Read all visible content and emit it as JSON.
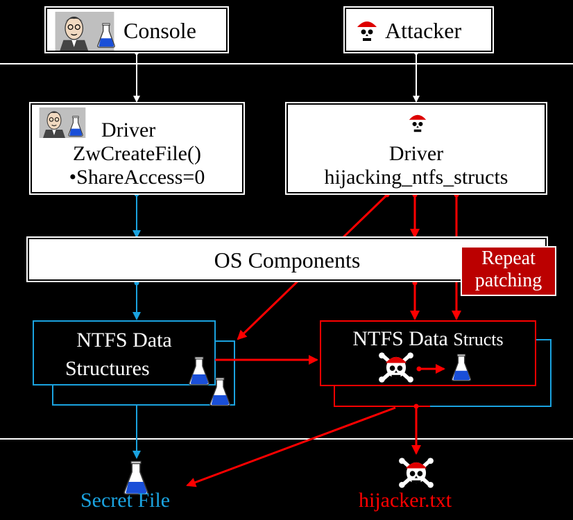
{
  "console_box": {
    "label": "Console"
  },
  "attacker_box": {
    "label": "Attacker"
  },
  "driver_left": {
    "line1": "Driver",
    "line2": "ZwCreateFile()",
    "line3": "•ShareAccess=0"
  },
  "driver_right": {
    "line1": "Driver",
    "line2": "hijacking_ntfs_structs"
  },
  "os_components": {
    "label": "OS Components"
  },
  "ntfs_left": {
    "line1": "NTFS Data",
    "line2": "Structures"
  },
  "ntfs_right": {
    "line1": "NTFS Data ",
    "line2": "Structs"
  },
  "repeat_badge": {
    "line1": "Repeat",
    "line2": "patching"
  },
  "outputs": {
    "secret_file": "Secret File",
    "hijacker_file": "hijacker.txt"
  },
  "colors": {
    "background": "#000000",
    "blue_path": "#1aa3e0",
    "red_path": "#ff0000",
    "badge": "#b00000"
  },
  "icons": [
    "professor-avatar-icon",
    "flask-icon",
    "pirate-skull-icon"
  ]
}
